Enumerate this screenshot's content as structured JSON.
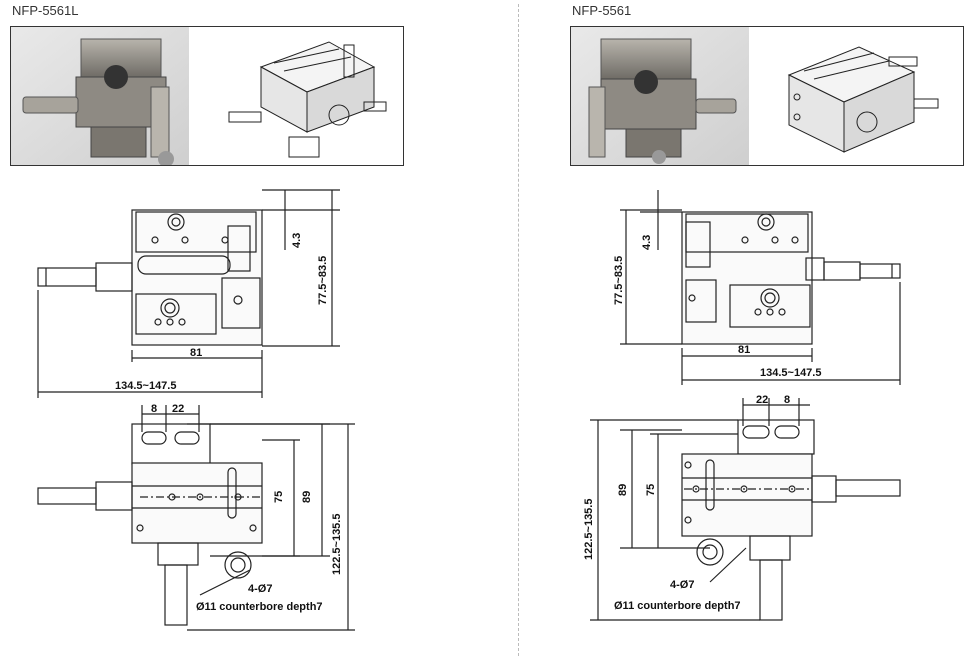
{
  "products": [
    {
      "model": "NFP-5561L",
      "front_view": {
        "width": "81",
        "total_width": "134.5~147.5",
        "offset": "4.3",
        "height": "77.5~83.5"
      },
      "top_view": {
        "slot_width": "8",
        "slot_pitch": "22",
        "hole_pitch": "75",
        "body_depth": "89",
        "total_depth": "122.5~135.5",
        "holes": "4-Ø7",
        "counterbore": "Ø11 counterbore depth7"
      }
    },
    {
      "model": "NFP-5561",
      "front_view": {
        "width": "81",
        "total_width": "134.5~147.5",
        "offset": "4.3",
        "height": "77.5~83.5"
      },
      "top_view": {
        "slot_width": "8",
        "slot_pitch": "22",
        "hole_pitch": "75",
        "body_depth": "89",
        "total_depth": "122.5~135.5",
        "holes": "4-Ø7",
        "counterbore": "Ø11 counterbore depth7"
      }
    }
  ]
}
